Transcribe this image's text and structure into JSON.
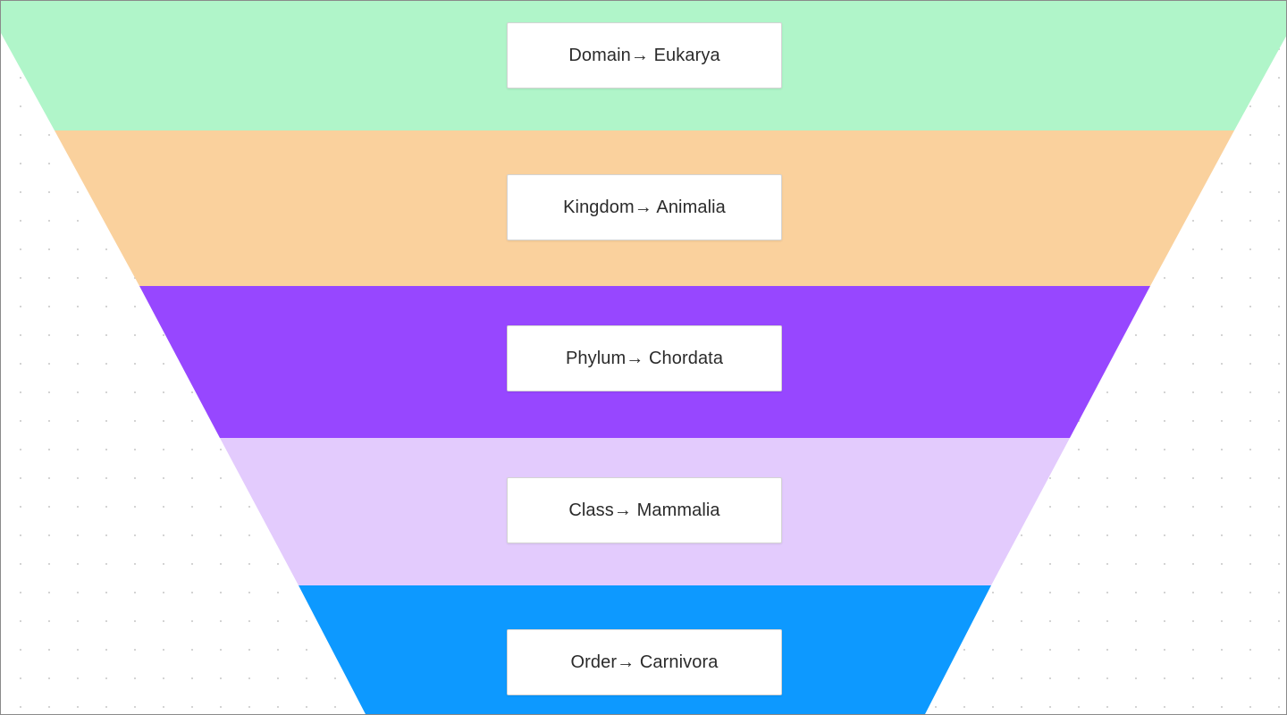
{
  "diagram": {
    "type": "funnel",
    "levels": [
      {
        "label": "Domain→ Eukarya",
        "color": "#b0f5c9"
      },
      {
        "label": "Kingdom→ Animalia",
        "color": "#fad19d"
      },
      {
        "label": "Phylum→ Chordata",
        "color": "#9747ff"
      },
      {
        "label": "Class→ Mammalia",
        "color": "#e3cbfd"
      },
      {
        "label": "Order→ Carnivora",
        "color": "#0d99ff"
      }
    ]
  }
}
